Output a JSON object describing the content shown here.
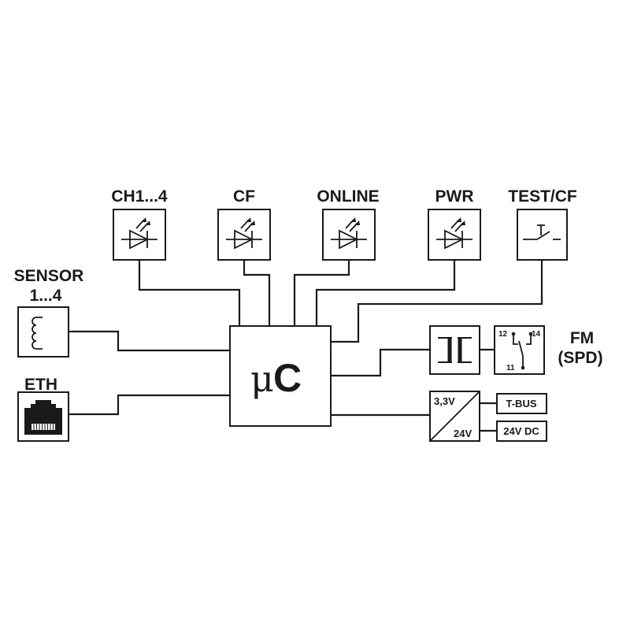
{
  "diagram": {
    "central_unit": {
      "label_mu": "μ",
      "label_c": "C",
      "name": "microcontroller"
    },
    "indicators": [
      {
        "label": "CH1...4",
        "symbol": "led"
      },
      {
        "label": "CF",
        "symbol": "led"
      },
      {
        "label": "ONLINE",
        "symbol": "led"
      },
      {
        "label": "PWR",
        "symbol": "led"
      },
      {
        "label": "TEST/CF",
        "symbol": "pushbutton"
      }
    ],
    "inputs": [
      {
        "label_line1": "SENSOR",
        "label_line2": "1...4",
        "symbol": "coil"
      },
      {
        "label": "ETH",
        "symbol": "rj45-port"
      }
    ],
    "outputs": {
      "isolator": {
        "symbol": "optocoupler"
      },
      "relay": {
        "terminals": [
          "12",
          "14",
          "11"
        ],
        "label_line1": "FM",
        "label_line2": "(SPD)"
      },
      "converter": {
        "top": "3,3V",
        "bottom": "24V"
      },
      "tbus": {
        "label": "T-BUS"
      },
      "supply": {
        "label": "24V DC"
      }
    }
  }
}
